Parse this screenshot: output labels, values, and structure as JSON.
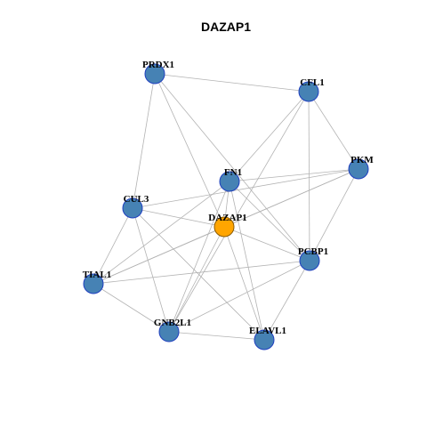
{
  "title": "DAZAP1",
  "colors": {
    "background": "#ffffff",
    "edge": "#b3b3b3",
    "node_fill": "#4682b4",
    "node_stroke": "#1f3fbf",
    "center_fill": "#ffa500",
    "center_stroke": "#8b5a00",
    "label": "#000000"
  },
  "nodes": [
    {
      "id": "PRDX1",
      "label": "PRDX1",
      "center": false
    },
    {
      "id": "CFL1",
      "label": "CFL1",
      "center": false
    },
    {
      "id": "PKM",
      "label": "PKM",
      "center": false
    },
    {
      "id": "FN1",
      "label": "FN1",
      "center": false
    },
    {
      "id": "CUL3",
      "label": "CUL3",
      "center": false
    },
    {
      "id": "DAZAP1",
      "label": "DAZAP1",
      "center": true
    },
    {
      "id": "PCBP1",
      "label": "PCBP1",
      "center": false
    },
    {
      "id": "TIAL1",
      "label": "TIAL1",
      "center": false
    },
    {
      "id": "GNB2L1",
      "label": "GNB2L1",
      "center": false
    },
    {
      "id": "ELAVL1",
      "label": "ELAVL1",
      "center": false
    }
  ],
  "edges": [
    [
      "PRDX1",
      "CFL1"
    ],
    [
      "PRDX1",
      "CUL3"
    ],
    [
      "PRDX1",
      "DAZAP1"
    ],
    [
      "PRDX1",
      "PCBP1"
    ],
    [
      "CFL1",
      "PKM"
    ],
    [
      "CFL1",
      "FN1"
    ],
    [
      "CFL1",
      "PCBP1"
    ],
    [
      "CFL1",
      "GNB2L1"
    ],
    [
      "PKM",
      "FN1"
    ],
    [
      "PKM",
      "CUL3"
    ],
    [
      "PKM",
      "DAZAP1"
    ],
    [
      "PKM",
      "PCBP1"
    ],
    [
      "PKM",
      "TIAL1"
    ],
    [
      "FN1",
      "DAZAP1"
    ],
    [
      "FN1",
      "PCBP1"
    ],
    [
      "FN1",
      "TIAL1"
    ],
    [
      "FN1",
      "GNB2L1"
    ],
    [
      "FN1",
      "ELAVL1"
    ],
    [
      "CUL3",
      "DAZAP1"
    ],
    [
      "CUL3",
      "TIAL1"
    ],
    [
      "CUL3",
      "GNB2L1"
    ],
    [
      "CUL3",
      "ELAVL1"
    ],
    [
      "DAZAP1",
      "PCBP1"
    ],
    [
      "DAZAP1",
      "TIAL1"
    ],
    [
      "DAZAP1",
      "GNB2L1"
    ],
    [
      "DAZAP1",
      "ELAVL1"
    ],
    [
      "PCBP1",
      "TIAL1"
    ],
    [
      "PCBP1",
      "GNB2L1"
    ],
    [
      "PCBP1",
      "ELAVL1"
    ],
    [
      "TIAL1",
      "GNB2L1"
    ],
    [
      "GNB2L1",
      "ELAVL1"
    ]
  ]
}
